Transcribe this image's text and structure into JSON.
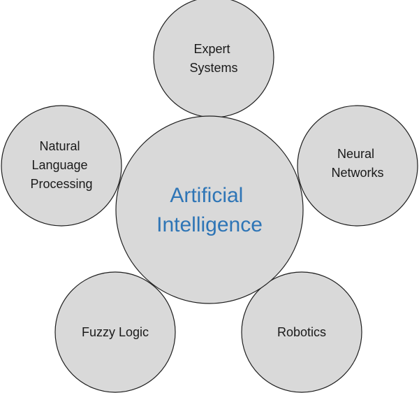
{
  "diagram": {
    "center": {
      "lines": [
        "Artificial",
        "Intelligence"
      ]
    },
    "nodes": [
      {
        "id": "expert-systems",
        "lines": [
          "Expert",
          "Systems"
        ]
      },
      {
        "id": "nlp",
        "lines": [
          "Natural",
          "Language",
          "Processing"
        ]
      },
      {
        "id": "neural-networks",
        "lines": [
          "Neural",
          "Networks"
        ]
      },
      {
        "id": "fuzzy-logic",
        "lines": [
          "Fuzzy Logic"
        ]
      },
      {
        "id": "robotics",
        "lines": [
          "Robotics"
        ]
      }
    ]
  },
  "colors": {
    "circle_fill": "#d9d9d9",
    "circle_stroke": "#1f1f1f",
    "label_text": "#1a1a1a",
    "center_text": "#2e75b6"
  }
}
